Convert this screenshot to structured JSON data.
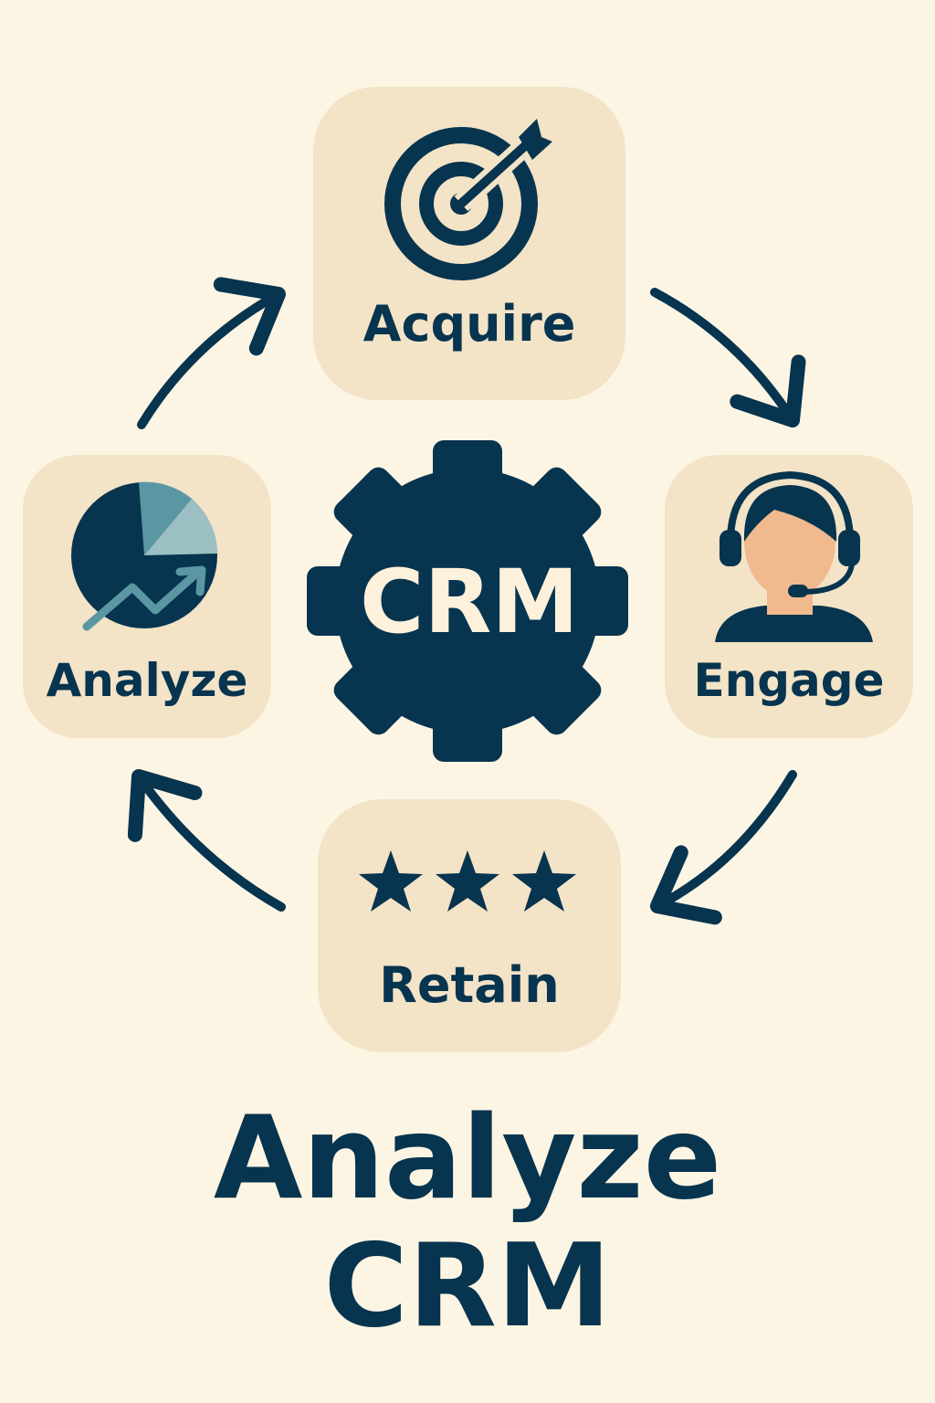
{
  "center": {
    "label": "CRM"
  },
  "stages": {
    "acquire": {
      "label": "Acquire",
      "icon": "target-arrow-icon"
    },
    "engage": {
      "label": "Engage",
      "icon": "headset-agent-icon"
    },
    "retain": {
      "label": "Retain",
      "icon": "three-stars-icon"
    },
    "analyze": {
      "label": "Analyze",
      "icon": "pie-chart-trend-icon"
    }
  },
  "title": {
    "line1": "Analyze",
    "line2": "CRM"
  },
  "colors": {
    "background": "#fdf5e3",
    "card": "#f3e3c7",
    "navy": "#07344f",
    "teal": "#5b97a3",
    "light_teal": "#9bbfc2",
    "skin": "#f0b98e"
  }
}
